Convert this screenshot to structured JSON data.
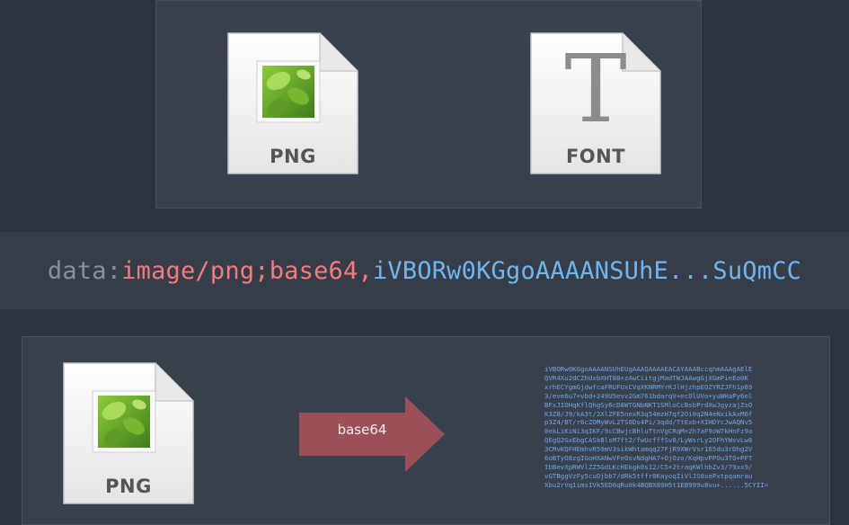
{
  "top_files": [
    {
      "label": "PNG",
      "kind": "image"
    },
    {
      "label": "FONT",
      "kind": "font",
      "glyph": "T"
    }
  ],
  "data_uri": {
    "scheme": "data:",
    "mime": "image/png;base64,",
    "data": "iVBORw0KGgoAAAANSUhE...SuQmCC"
  },
  "bottom": {
    "file_label": "PNG",
    "arrow_label": "base64",
    "encoded_lines": [
      "iVBORw0KGgoAAAANSUhEUgAAAQAAAAEACAYAAABccqhmAAAgAElE",
      "QVR4Xu2dCZhUxbXHT88+zAwCiitgjMadTWJAAwgGjXGmPieEo0K",
      "xrhECYgmGjdwfcaFRUFUxCVqXKNRMYrKJlHjzhpEQZYRZJFh1p69",
      "3/eve6u7+vbd+249U5evv2Gm761bdarqV+ecOlUVo+yuWHaPy6el",
      "BFxJIOHqKflQhgSy6cD8WTGNbNKT1SMloCcBsbPrdXwJgyzajZsO",
      "K3Z8/J9/kA3t/2XlZFE5nexR3q54mzH7qf2Oi0q2N4eNxikAxM6f",
      "p3Z4/BT/r6cZOMyWvL2TS0Ds4Pi/3qdd/TtExb+XIHDYcJwAQNv5",
      "0ekLiKiNi3qIKF/9cCBwjcBhluTtnVgCRqM+2h7aF9oW7kHnFz9a",
      "QEgQ2GxEbgCASkBlsM7ft2/fwUcfffSv8/LyWsrLy2OFhYWxvLw8",
      "3CMvKQFHEmhvR59mV3sikWhtamqq27FjR9XWrVsr165du3rDhg2V",
      "6oBTyO8zgIGoHXANwVFeOsvNdgHA7+OjOzo/KqHpvPPOu3TO+PFT",
      "IbBevXpRWVlZZ5GdLKcHEkgk0s12/C5+2traqKWlhbZv3/79xx9/",
      "vGTBggVzFy5cuOjbb7/dRk5tffr0KayoqIiVlJS0xePxtpqamrau",
      "Xbu2rVq1imsIVk5ED0qRu0k4BQBX89H5t1EB999u8vu+......5CYII="
    ]
  }
}
